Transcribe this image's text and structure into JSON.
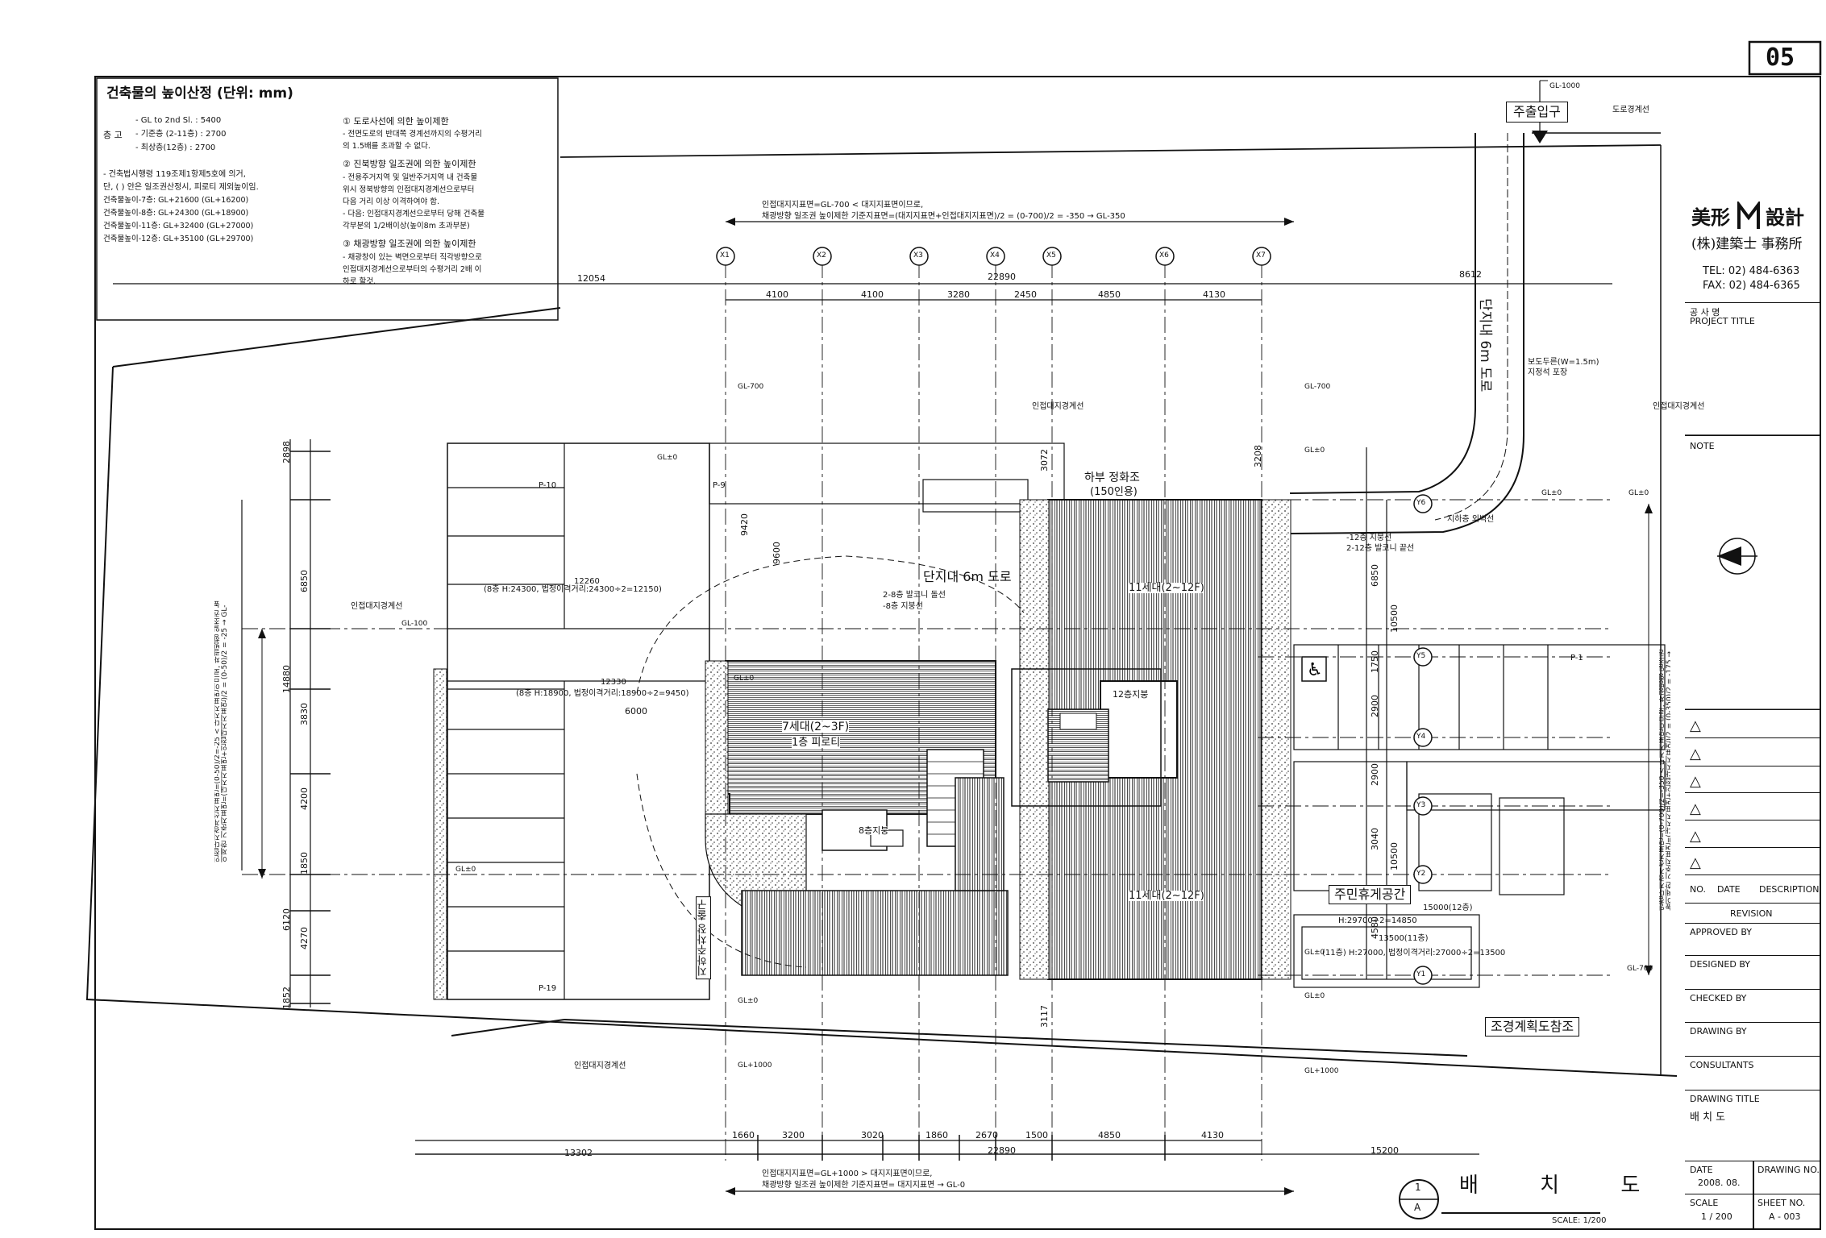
{
  "sheet_number": "05",
  "legend": {
    "title": "건축물의 높이산정 (단위: mm)",
    "floor_label": "층 고",
    "floor_rows": [
      "- GL to 2nd Sl.  : 5400",
      "- 기준층 (2-11층)  : 2700",
      "- 최상층(12층)  : 2700"
    ],
    "left_notes": [
      "- 건축법시행령 119조제1항제5호에 의거,",
      "  단, ( ) 안은 일조권산정시, 피로티 제외높이임.",
      "  건축물높이-7층: GL+21600 (GL+16200)",
      "  건축물높이-8층: GL+24300 (GL+18900)",
      "  건축물높이-11층: GL+32400 (GL+27000)",
      "  건축물높이-12층: GL+35100 (GL+29700)"
    ],
    "right_notes": [
      "① 도로사선에 의한 높이제한",
      "- 전면도로의 반대쪽 경계선까지의 수평거리",
      "  의 1.5배를 초과할 수 없다.",
      "② 진북방향 일조권에 의한 높이제한",
      "- 전용주거지역 및 일반주거지역 내 건축물",
      "  위시 정북방향의 인접대지경계선으로부터",
      "  다음 거리 이상 이격하여야 함.",
      "- 다음: 인접대지경계선으로부터 당해 건축물",
      "  각부분의 1/2배이상(높이8m 초과부분)",
      "③ 채광방향 일조권에 의한 높이제한",
      "- 채광창이 있는 벽면으로부터 직각방향으로",
      "  인접대지경계선으로부터의 수평거리 2배 이",
      "  하로 할것."
    ]
  },
  "firm": {
    "name_left": "美形",
    "name_right": "設計",
    "office": "(株)建築士 事務所",
    "tel": "TEL: 02) 484-6363",
    "fax": "FAX: 02) 484-6365"
  },
  "title_block": {
    "project_title_kr": "공 사 명",
    "project_title": "PROJECT TITLE",
    "note": "NOTE",
    "rev_symbol": "△",
    "no": "NO.",
    "date": "DATE",
    "description": "DESCRIPTION",
    "revision": "REVISION",
    "approved_by": "APPROVED BY",
    "designed_by": "DESIGNED BY",
    "checked_by": "CHECKED BY",
    "drawing_by": "DRAWING BY",
    "consultants": "CONSULTANTS",
    "drawing_title_lbl": "DRAWING TITLE",
    "drawing_title": "배 치 도",
    "date_lbl": "DATE",
    "date_val": "2008. 08.",
    "drawing_no_lbl": "DRAWING NO.",
    "scale_lbl": "SCALE",
    "scale_val": "1 / 200",
    "sheet_no_lbl": "SHEET NO.",
    "sheet_no_val": "A - 003"
  },
  "plan": {
    "main_entrance": "주출입구",
    "road_boundary": "도로경계선",
    "road_vertical": "단지내 6m 도로",
    "road_inner": "단지내 6m 도로",
    "sidewalk": "보도두른(W=1.5m)",
    "sidewalk2": "지정석 포장",
    "adjacent_boundary": "인접대지경계선",
    "septic": "하부 정화조",
    "septic_cap": "(150인용)",
    "resident_space": "주민휴게공간",
    "landscape": "조경계획도참조",
    "underground_ramp": "지하주차장 출구",
    "building_small": "7세대(2~3F)",
    "building_small2": "1층 피로티",
    "building_big1": "11세대(2~12F)",
    "building_big2": "11세대(2~12F)",
    "floor12": "12층지붕",
    "floor8": "8층지붕",
    "gl0": "GL±0",
    "gl700": "GL-700",
    "gl1000": "GL+1000",
    "gl1000b": "GL-1000",
    "gl100": "GL-100",
    "p10": "P-10",
    "p9": "P-9",
    "p19": "P-19",
    "p1": "P-1",
    "balcony_note1": "2-8층 발코니 돌선",
    "balcony_note2": "-8층 지붕선",
    "balcony_note3": "-12층 지붕선",
    "balcony_note4": "2-12층 발코니 끝선",
    "underground_line": "지하층 외벽선",
    "top_note1": "인접대지지표면=GL-700 < 대지지표면이므로,",
    "top_note2": "채광방향 일조권 높이제한 기준지표면=(대지지표면+인접대지지표면)/2 = (0-700)/2 = -350 → GL-350",
    "bottom_note1": "인접대지지표면=GL+1000 > 대지지표면이므로,",
    "bottom_note2": "채광방향 일조권 높이제한 기준지표면= 대지지표면 → GL-0",
    "left_vertical_note": "인접대지경계선지표면=(0-50)/2=-25 < 대지지표면이므로, 채광방향 일조권 높이제한 기준지표면=(대지지표면+인접대지지표면)/2 = (0-50)/2 = -25 → GL-25",
    "right_vertical_note": "인접대지경계선지표면=(0-700)/2=-350 < 대지지표면이므로, 채광방향 일조권 높이제한 기준지표면=(대지지표면+인접대지지표면)/2 = (0-350)/2 = -175 → GL-175",
    "dim_note1": "(8층 H:24300, 법정이격거리:24300÷2=12150)",
    "dim_note2": "(8층 H:18900, 법정이격거리:18900÷2=9450)",
    "dim_note3": "(11층) H:27000, 법정이격거리:27000÷2=13500",
    "dim_note4": "H:29700÷2=14850",
    "dim_12260": "12260",
    "dim_12330": "12330",
    "dim_6000": "6000",
    "dim_15000": "15000(12층)",
    "dim_13500": "13500(11층)",
    "x_axes": [
      "X1",
      "X2",
      "X3",
      "X4",
      "X5",
      "X6",
      "X7"
    ],
    "y_axes": [
      "Y1",
      "Y2",
      "Y3",
      "Y4",
      "Y5",
      "Y6"
    ],
    "top_dims": [
      "4100",
      "4100",
      "3280",
      "2450",
      "4850",
      "4130"
    ],
    "top_total": "22890",
    "top_left": "12054",
    "top_right": "8612",
    "bottom_dims": [
      "1660",
      "3200",
      "3020",
      "1860",
      "2670",
      "1500",
      "4850",
      "4130"
    ],
    "bottom_total": "22890",
    "bottom_left": "13302",
    "bottom_right": "15200",
    "left_dims": [
      "2898",
      "6850",
      "3830",
      "4200",
      "1850",
      "4270",
      "1852"
    ],
    "left_total_a": "14880",
    "left_total_b": "6120",
    "mid_dims": [
      "9420",
      "9600",
      "3072"
    ],
    "right_dims": [
      "3208",
      "6850",
      "10500",
      "1750",
      "2900",
      "2900",
      "3040",
      "10500",
      "4580"
    ],
    "bottom_mid_dim": "3117",
    "drawing_title_big": "배 치 도",
    "callout_num": "1",
    "callout_letter": "A",
    "scale_text": "SCALE: 1/200"
  }
}
